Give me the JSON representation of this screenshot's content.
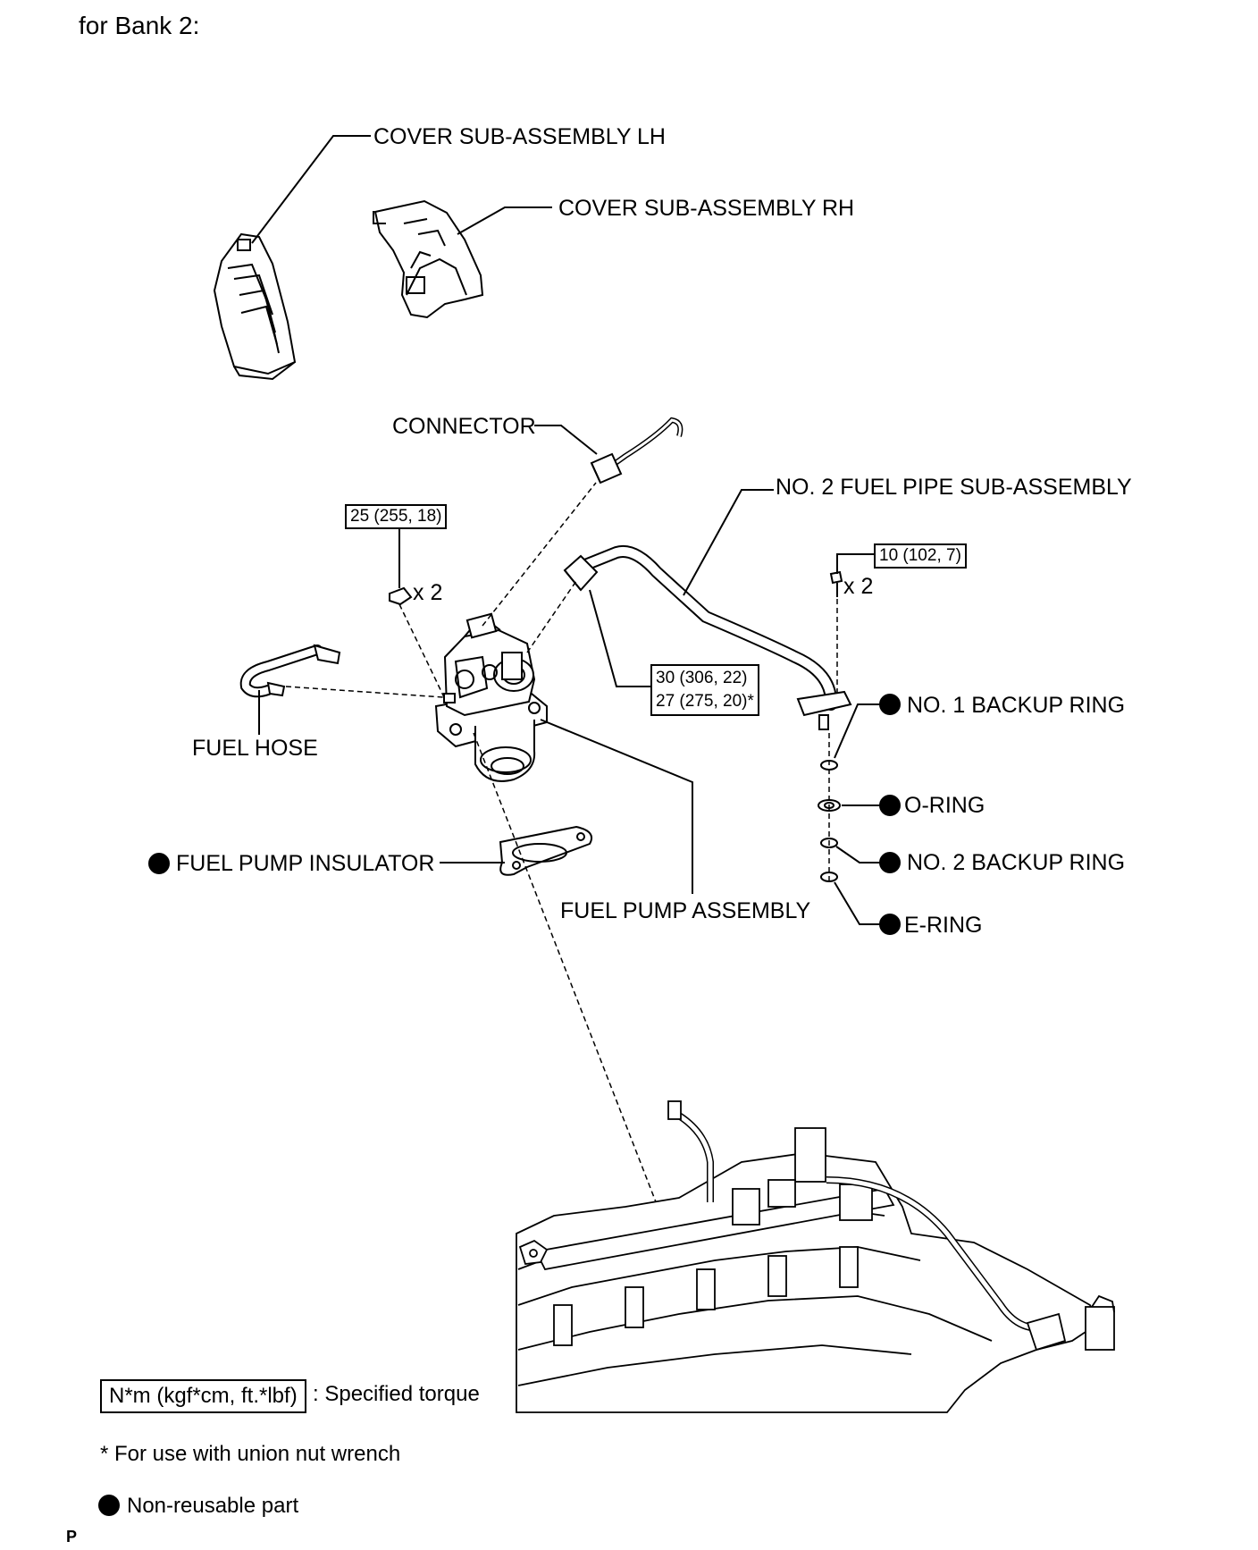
{
  "title": "for Bank 2:",
  "labels": {
    "cover_lh": "COVER SUB-ASSEMBLY  LH",
    "cover_rh": "COVER SUB-ASSEMBLY  RH",
    "connector": "CONNECTOR",
    "fuel_pipe": "NO. 2 FUEL PIPE SUB-ASSEMBLY",
    "backup_ring_1": "NO. 1 BACKUP RING",
    "o_ring": "O-RING",
    "backup_ring_2": "NO. 2 BACKUP RING",
    "e_ring": "E-RING",
    "fuel_hose": "FUEL HOSE",
    "fuel_pump_insulator": "FUEL PUMP INSULATOR",
    "fuel_pump_assembly": "FUEL PUMP ASSEMBLY"
  },
  "torques": {
    "pump_nut": "25 (255, 18)",
    "pipe_bolt": "10 (102, 7)",
    "union_nut_1": "30 (306, 22)",
    "union_nut_2": "27 (275, 20)*"
  },
  "quantities": {
    "pump_nut_qty": "x 2",
    "pipe_bolt_qty": "x 2"
  },
  "legend": {
    "torque_unit": "N*m (kgf*cm, ft.*lbf)",
    "torque_desc": ": Specified torque",
    "union_note": "* For use with union nut wrench",
    "non_reusable": "Non-reusable part"
  },
  "corner_mark": "P",
  "icons": {
    "non_reusable_marker": "filled-circle-icon"
  }
}
